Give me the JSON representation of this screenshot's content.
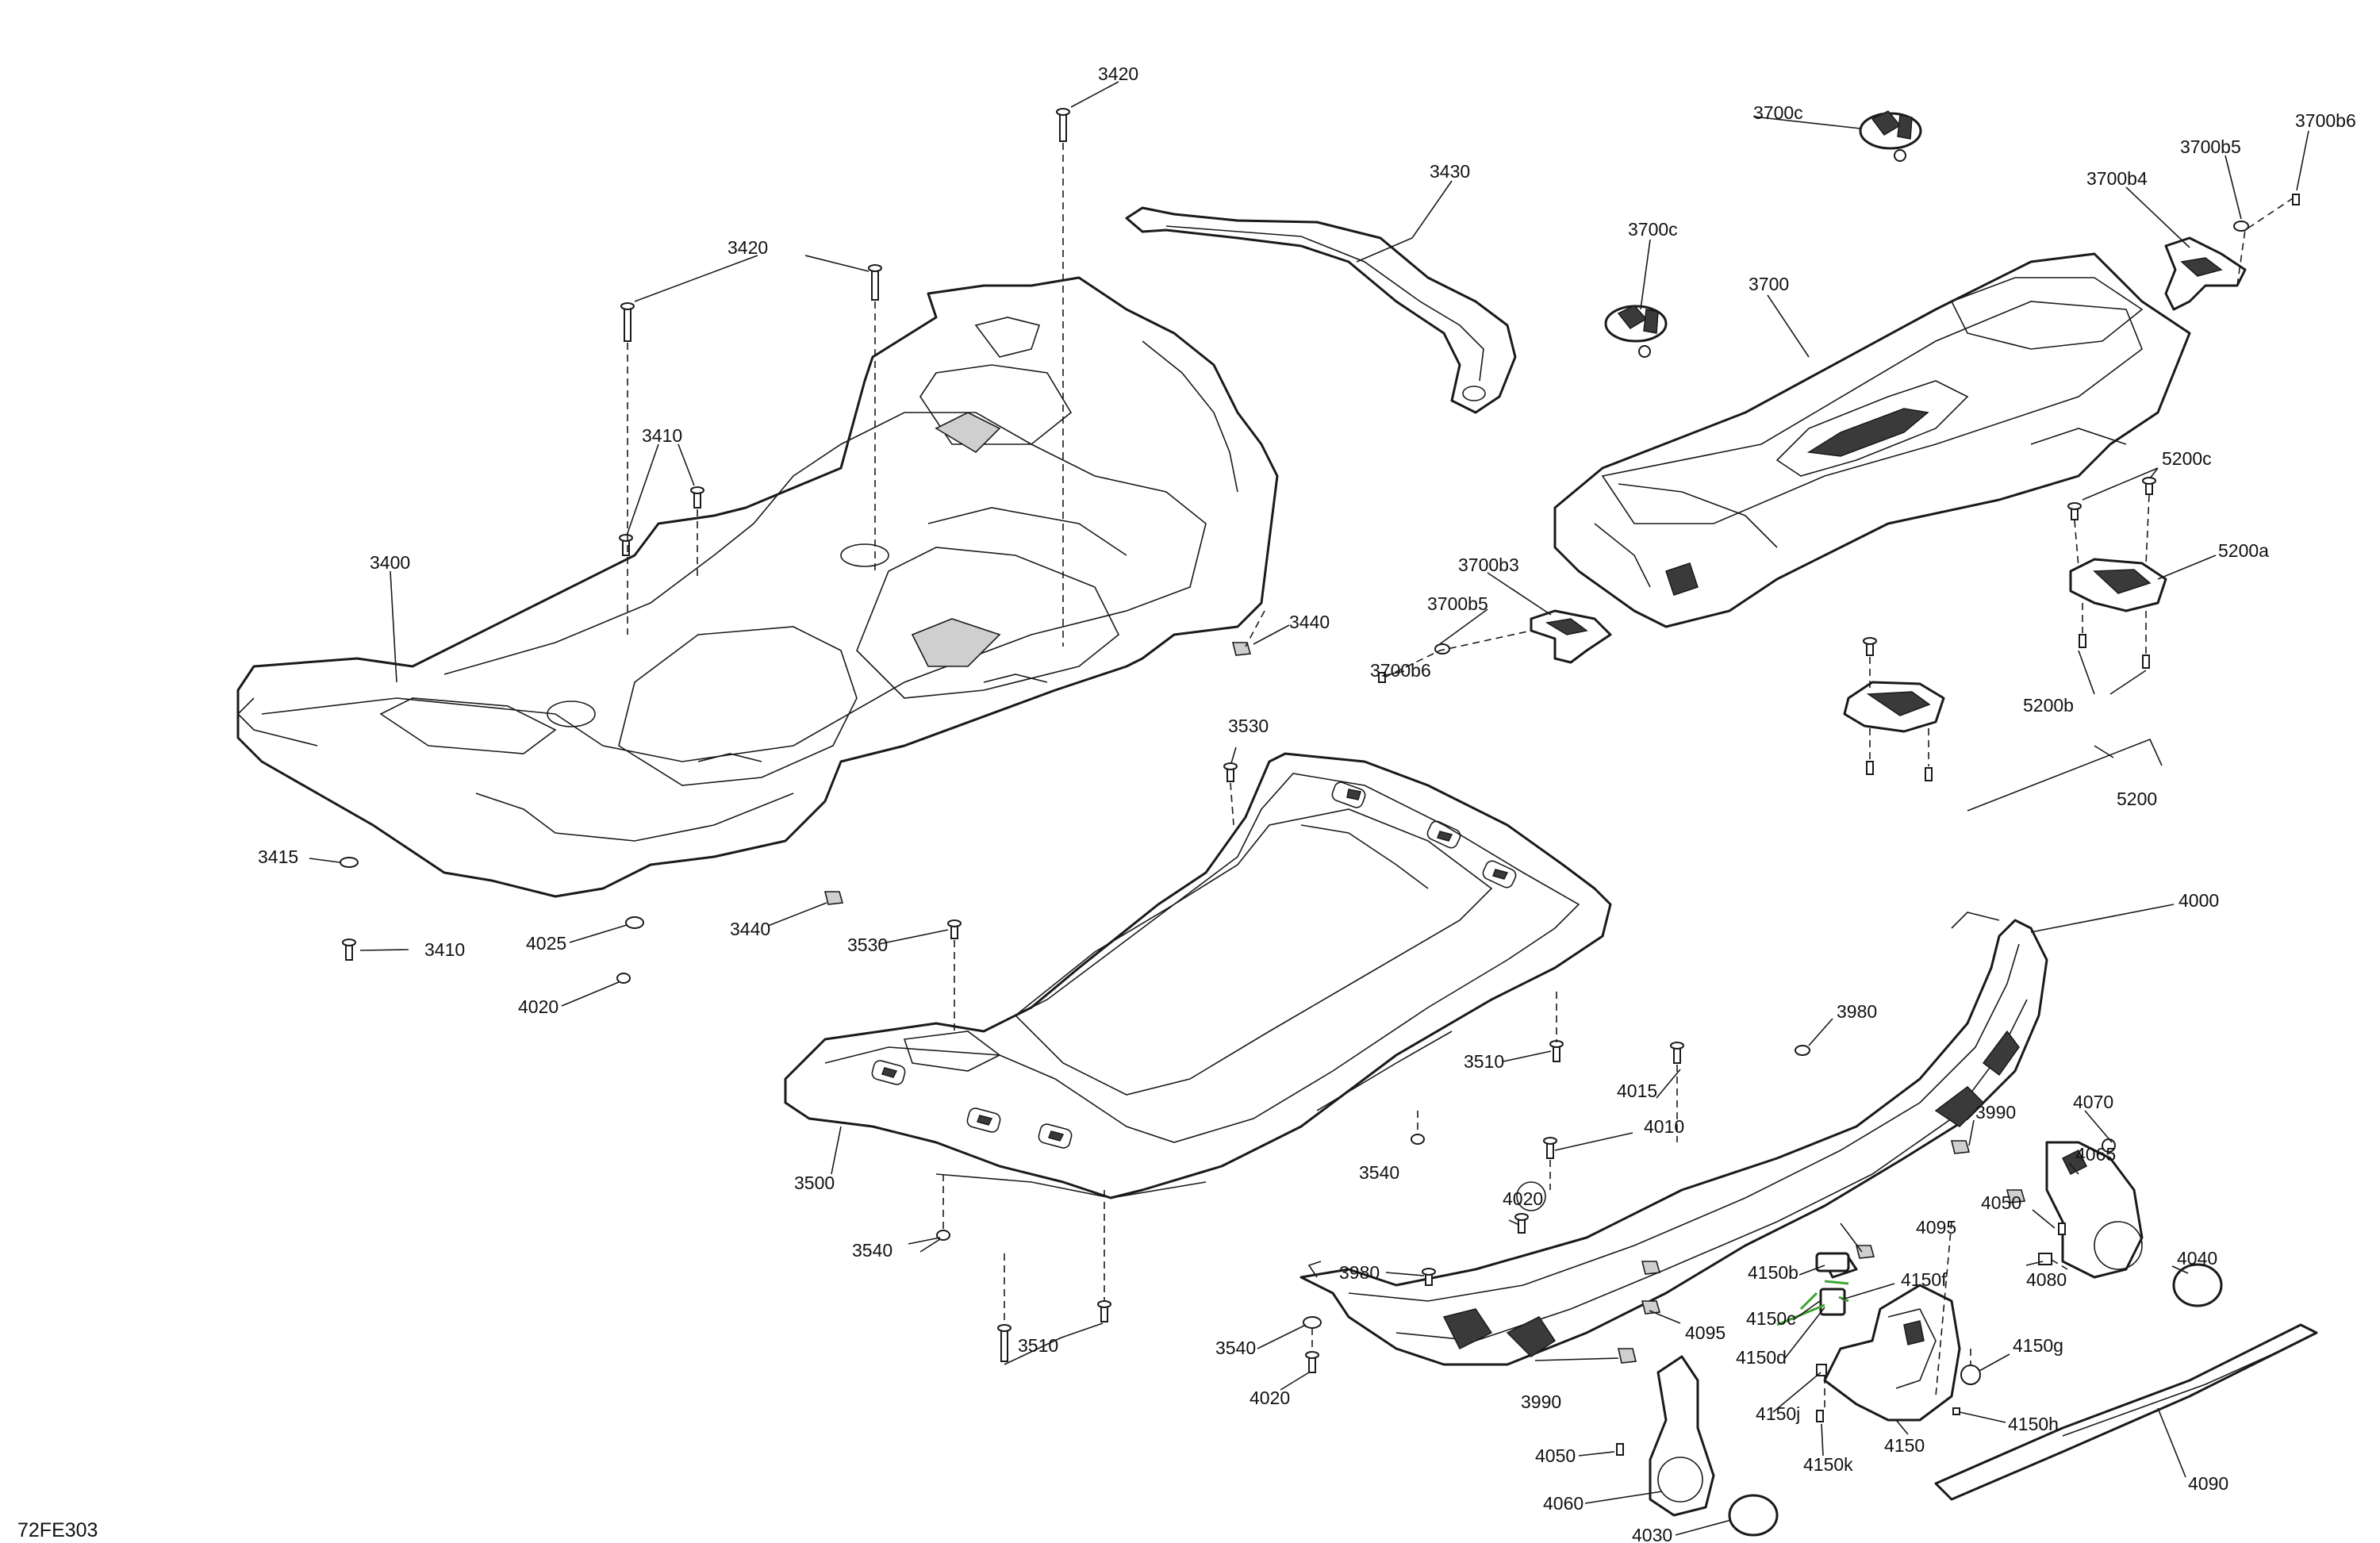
{
  "drawing": {
    "reference": "72FE303",
    "line_color": "#1a1a1a",
    "highlight_color": "#3fa535"
  },
  "labels": {
    "l3420a": "3420",
    "l3420b": "3420",
    "l3430": "3430",
    "l3410a": "3410",
    "l3400": "3400",
    "l3440a": "3440",
    "l3415": "3415",
    "l3410b": "3410",
    "l4025": "4025",
    "l4020a": "4020",
    "l3440b": "3440",
    "l3530a": "3530",
    "l3530b": "3530",
    "l3700c_a": "3700c",
    "l3700c_b": "3700c",
    "l3700": "3700",
    "l3700b5_a": "3700b5",
    "l3700b6_a": "3700b6",
    "l3700b4": "3700b4",
    "l3700b3": "3700b3",
    "l3700b5_b": "3700b5",
    "l3700b6_b": "3700b6",
    "l5200c": "5200c",
    "l5200a": "5200a",
    "l5200b": "5200b",
    "l5200": "5200",
    "l4000": "4000",
    "l3980a": "3980",
    "l3510a": "3510",
    "l4015": "4015",
    "l4010": "4010",
    "l3990a": "3990",
    "l4070": "4070",
    "l4065": "4065",
    "l4050a": "4050",
    "l3500": "3500",
    "l3540a": "3540",
    "l4020b": "4020",
    "l4095a": "4095",
    "l4080": "4080",
    "l4040": "4040",
    "l3540b": "3540",
    "l3980b": "3980",
    "l4150b": "4150b",
    "l4150f": "4150f",
    "l4150c": "4150c",
    "l4095b": "4095",
    "l4150d": "4150d",
    "l4150g": "4150g",
    "l3510b": "3510",
    "l3540c": "3540",
    "l4020c": "4020",
    "l3990b": "3990",
    "l4150j": "4150j",
    "l4150h": "4150h",
    "l4150": "4150",
    "l4050b": "4050",
    "l4150k": "4150k",
    "l4060": "4060",
    "l4030": "4030",
    "l4090": "4090"
  }
}
